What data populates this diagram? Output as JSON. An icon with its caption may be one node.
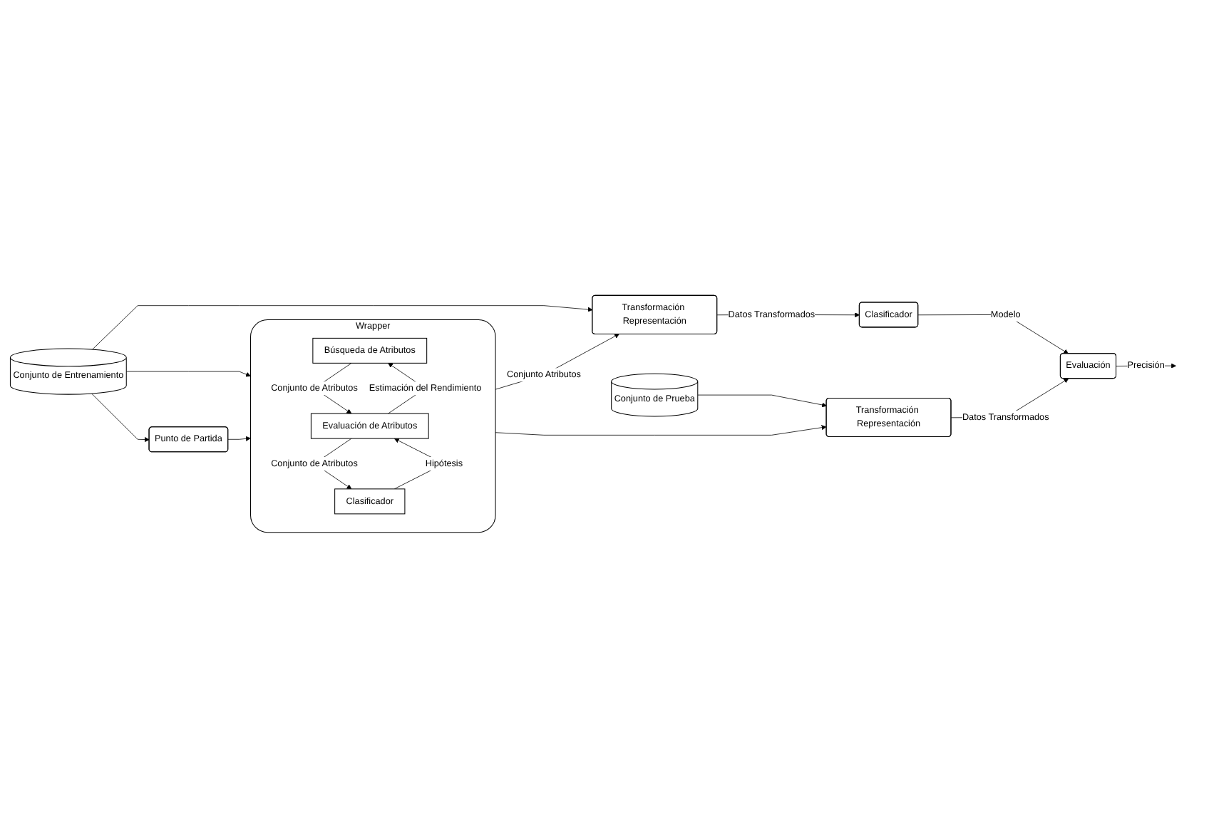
{
  "diagram": {
    "nodes": [
      {
        "text": [
          "Conjunto de Entrenamiento"
        ]
      },
      {
        "text": [
          "Punto de Partida"
        ]
      },
      {
        "text": [
          "Wrapper"
        ]
      },
      {
        "text": [
          "Búsqueda de Atributos"
        ],
        "in": 2
      },
      {
        "text": [
          "Evaluación de Atributos"
        ],
        "in": 2
      },
      {
        "text": [
          "Clasificador"
        ],
        "in": 2
      },
      {
        "text": [
          "Conjunto de Prueba"
        ]
      },
      {
        "text": [
          "Transformación Representación"
        ]
      },
      {
        "text": [
          "Clasificador"
        ]
      },
      {
        "text": [
          "Evaluación"
        ]
      },
      {
        "text": [
          "Transformación Representación"
        ]
      }
    ],
    "edges": [
      {
        "from": 0,
        "to": 7,
        "arrow": "to"
      },
      {
        "from": 0,
        "to": 2,
        "arrow": "to"
      },
      {
        "from": 0,
        "to": 1,
        "arrow": "to"
      },
      {
        "from": 1,
        "to": 2,
        "arrow": "to"
      },
      {
        "from": 3,
        "to": 4,
        "arrow": "to",
        "label": "Conjunto de Atributos"
      },
      {
        "from": 4,
        "to": 3,
        "arrow": "to",
        "label": "Estimación del Rendimiento"
      },
      {
        "from": 4,
        "to": 5,
        "arrow": "to",
        "label": "Conjunto de Atributos"
      },
      {
        "from": 5,
        "to": 4,
        "arrow": "to",
        "label": "Hipótesis"
      },
      {
        "from": 2,
        "to": 7,
        "arrow": "to",
        "label": "Conjunto Atributos"
      },
      {
        "from": 2,
        "to": 10,
        "arrow": "to"
      },
      {
        "from": 7,
        "to": 8,
        "arrow": "to",
        "label": "Datos Transformados"
      },
      {
        "from": 8,
        "to": 9,
        "arrow": "to",
        "label": "Modelo"
      },
      {
        "from": 10,
        "to": 9,
        "arrow": "to",
        "label": "Datos Transformados"
      },
      {
        "from": 9,
        "to": null,
        "arrow": "to",
        "label": "Precisión"
      },
      {
        "from": 6,
        "to": 10,
        "arrow": "to"
      }
    ]
  }
}
